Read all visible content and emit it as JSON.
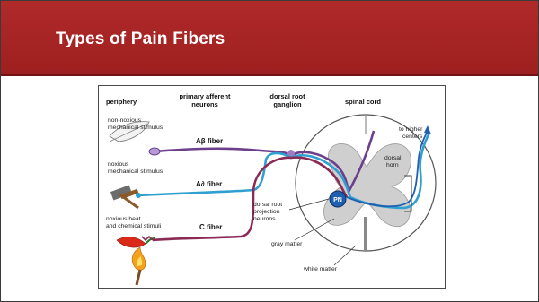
{
  "slide": {
    "title": "Types of Pain Fibers"
  },
  "diagram": {
    "column_headers": {
      "periphery": "periphery",
      "primary_afferent_line1": "primary afferent",
      "primary_afferent_line2": "neurons",
      "dorsal_root_line1": "dorsal root",
      "dorsal_root_line2": "ganglion",
      "spinal_cord": "spinal cord"
    },
    "stimuli": {
      "non_noxious_line1": "non-noxious",
      "non_noxious_line2": "mechanical stimulus",
      "noxious_mech_line1": "noxious",
      "noxious_mech_line2": "mechanical stimulus",
      "noxious_heat_line1": "noxious heat",
      "noxious_heat_line2": "and chemical stimuli"
    },
    "fibers": {
      "a_beta": "Aβ fiber",
      "a_delta": "A∂ fiber",
      "c": "C fiber"
    },
    "labels": {
      "to_higher_line1": "to higher",
      "to_higher_line2": "centers",
      "dorsal_horn_line1": "dorsal",
      "dorsal_horn_line2": "horn",
      "pn": "PN",
      "drpn_line1": "dorsal root",
      "drpn_line2": "projection",
      "drpn_line3": "neurons",
      "gray_matter": "gray matter",
      "white_matter": "white matter"
    },
    "colors": {
      "a_beta": "#6b3f8c",
      "a_delta": "#2f9fd0",
      "c": "#8a2a55",
      "pn": "#1f5fb0",
      "gray_matter": "#cfcfcf",
      "header": "#a42424"
    }
  }
}
